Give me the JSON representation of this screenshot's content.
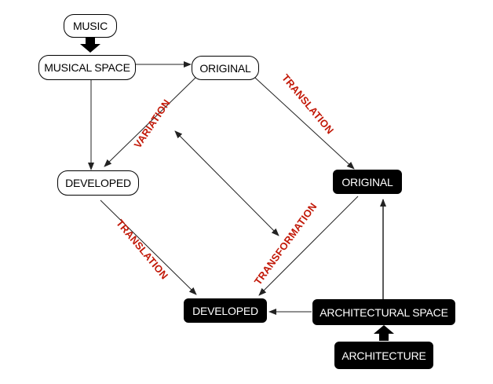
{
  "colors": {
    "label_red": "#c21807",
    "line": "#222222",
    "black_node_bg": "#000000",
    "white_node_bg": "#ffffff"
  },
  "nodes": {
    "music": "MUSIC",
    "musical_space": "MUSICAL SPACE",
    "original_music": "ORIGINAL",
    "developed_music": "DEVELOPED",
    "original_arch": "ORIGINAL",
    "developed_arch": "DEVELOPED",
    "architectural_space": "ARCHITECTURAL SPACE",
    "architecture": "ARCHITECTURE"
  },
  "edge_labels": {
    "variation": "VARIATION",
    "translation_upper": "TRANSLATION",
    "translation_lower": "TRANSLATION",
    "transformation": "TRANSFORMATION"
  }
}
